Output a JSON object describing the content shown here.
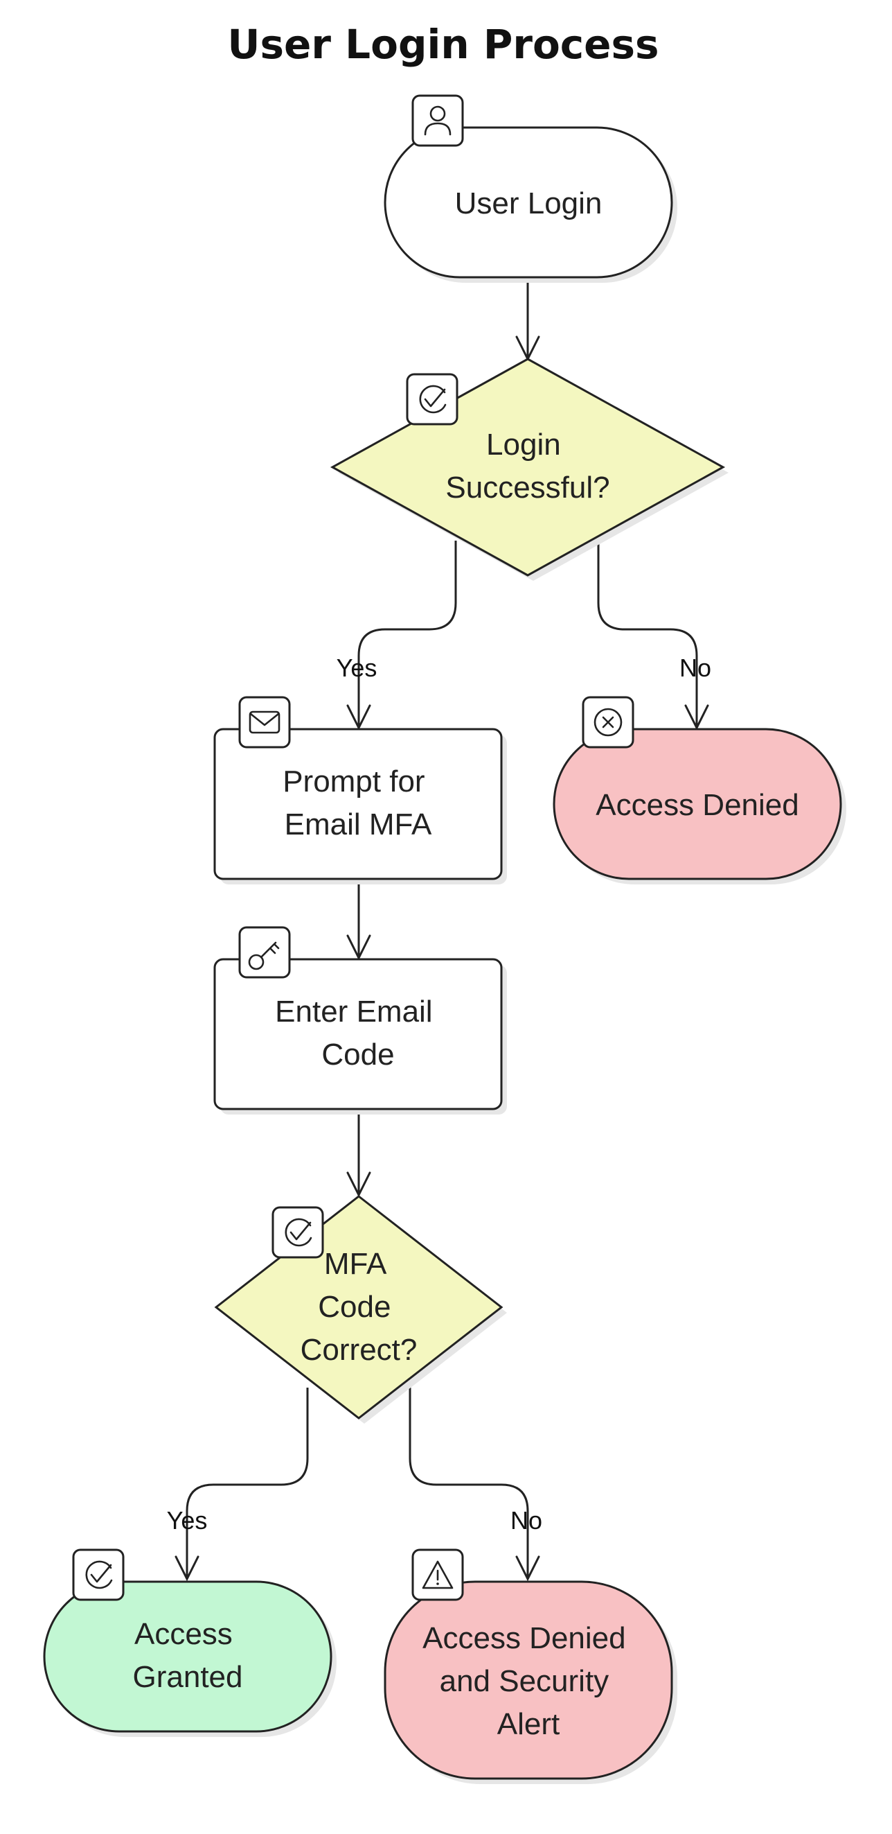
{
  "title": "User Login Process",
  "colors": {
    "decision_fill": "#f4f7c0",
    "granted_fill": "#c2f7d3",
    "denied_fill": "#f8c1c3",
    "default_fill": "#ffffff",
    "stroke": "#222222"
  },
  "nodes": {
    "user_login": {
      "lines": [
        "User Login"
      ],
      "icon": "user-icon"
    },
    "login_successful": {
      "lines": [
        "Login",
        "Successful?"
      ],
      "icon": "check-circle-icon"
    },
    "prompt_mfa": {
      "lines": [
        "Prompt for",
        "Email MFA"
      ],
      "icon": "mail-icon"
    },
    "access_denied": {
      "lines": [
        "Access Denied"
      ],
      "icon": "x-circle-icon"
    },
    "enter_code": {
      "lines": [
        "Enter Email",
        "Code"
      ],
      "icon": "key-icon"
    },
    "mfa_correct": {
      "lines": [
        "MFA",
        "Code",
        "Correct?"
      ],
      "icon": "check-circle-icon"
    },
    "access_granted": {
      "lines": [
        "Access",
        "Granted"
      ],
      "icon": "check-circle-icon"
    },
    "access_denied_alert": {
      "lines": [
        "Access Denied",
        "and Security",
        "Alert"
      ],
      "icon": "warning-icon"
    }
  },
  "edge_labels": {
    "login_yes": "Yes",
    "login_no": "No",
    "mfa_yes": "Yes",
    "mfa_no": "No"
  }
}
